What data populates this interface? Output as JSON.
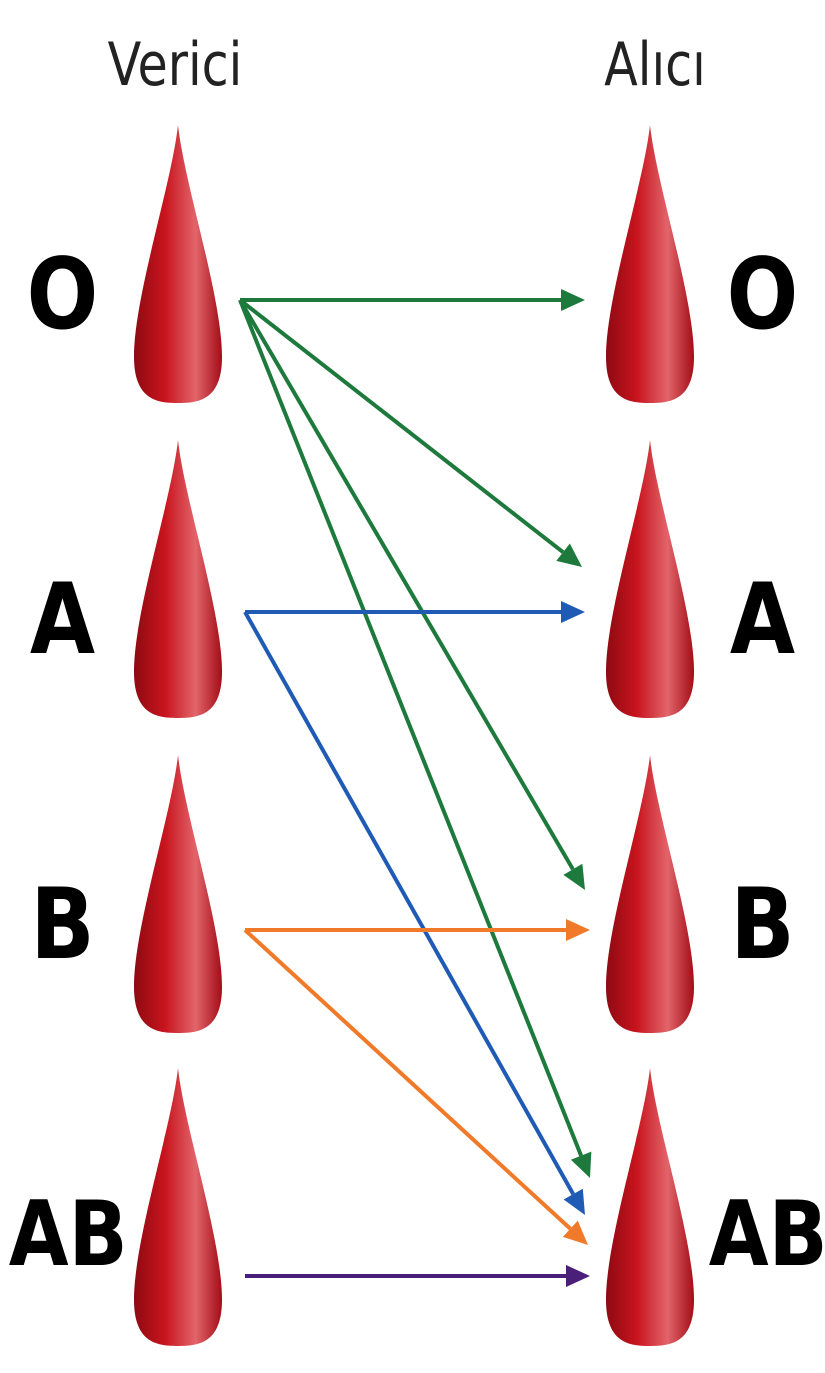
{
  "headers": {
    "donor": "Verici",
    "recipient": "Alıcı"
  },
  "blood_types": [
    "O",
    "A",
    "B",
    "AB"
  ],
  "drop_color": "#c8141e",
  "arrows": [
    {
      "from": "O",
      "to": "O",
      "color": "#1e7a3c"
    },
    {
      "from": "O",
      "to": "A",
      "color": "#1e7a3c"
    },
    {
      "from": "O",
      "to": "B",
      "color": "#1e7a3c"
    },
    {
      "from": "O",
      "to": "AB",
      "color": "#1e7a3c"
    },
    {
      "from": "A",
      "to": "A",
      "color": "#1f5bb5"
    },
    {
      "from": "A",
      "to": "AB",
      "color": "#1f5bb5"
    },
    {
      "from": "B",
      "to": "B",
      "color": "#f07a2a"
    },
    {
      "from": "B",
      "to": "AB",
      "color": "#f07a2a"
    },
    {
      "from": "AB",
      "to": "AB",
      "color": "#4a1f7a"
    }
  ]
}
